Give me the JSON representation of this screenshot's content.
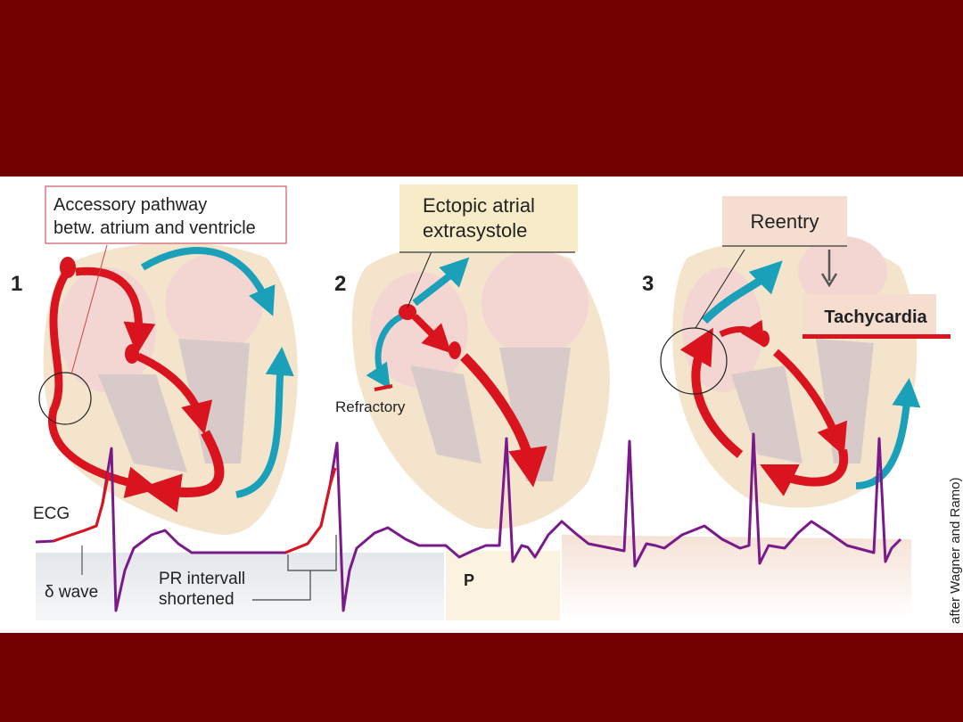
{
  "panels": [
    {
      "number": "1",
      "label_line1": "Accessory pathway",
      "label_line2": "betw. atrium and ventricle"
    },
    {
      "number": "2",
      "label_line1": "Ectopic atrial",
      "label_line2": "extrasystole",
      "refractory": "Refractory",
      "p_label": "P"
    },
    {
      "number": "3",
      "label": "Reentry",
      "result": "Tachycardia"
    }
  ],
  "ecg": {
    "label": "ECG",
    "delta_wave": "δ wave",
    "pr_line1": "PR intervall",
    "pr_line2": "shortened"
  },
  "credit": "after Wagner and Ramo)",
  "colors": {
    "background": "#720000",
    "excitation": "#d9141e",
    "retrograde": "#1aa0b8",
    "ecg": "#7a1a8a"
  }
}
